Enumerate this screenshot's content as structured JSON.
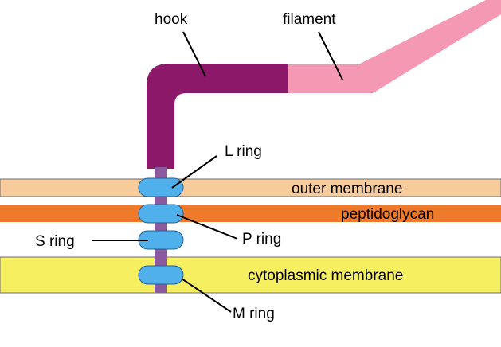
{
  "labels": {
    "hook": "hook",
    "filament": "filament",
    "l_ring": "L ring",
    "p_ring": "P ring",
    "s_ring": "S ring",
    "m_ring": "M ring",
    "outer_membrane": "outer membrane",
    "peptidoglycan": "peptidoglycan",
    "cytoplasmic_membrane": "cytoplasmic membrane"
  },
  "colors": {
    "hook": "#8B1868",
    "filament": "#F598B4",
    "rod": "#8B5A9E",
    "ring": "#4FB0EC",
    "outer_membrane": "#F8CB9A",
    "peptidoglycan": "#EE7A2C",
    "cytoplasmic_membrane": "#F6F060",
    "line": "#000000"
  }
}
